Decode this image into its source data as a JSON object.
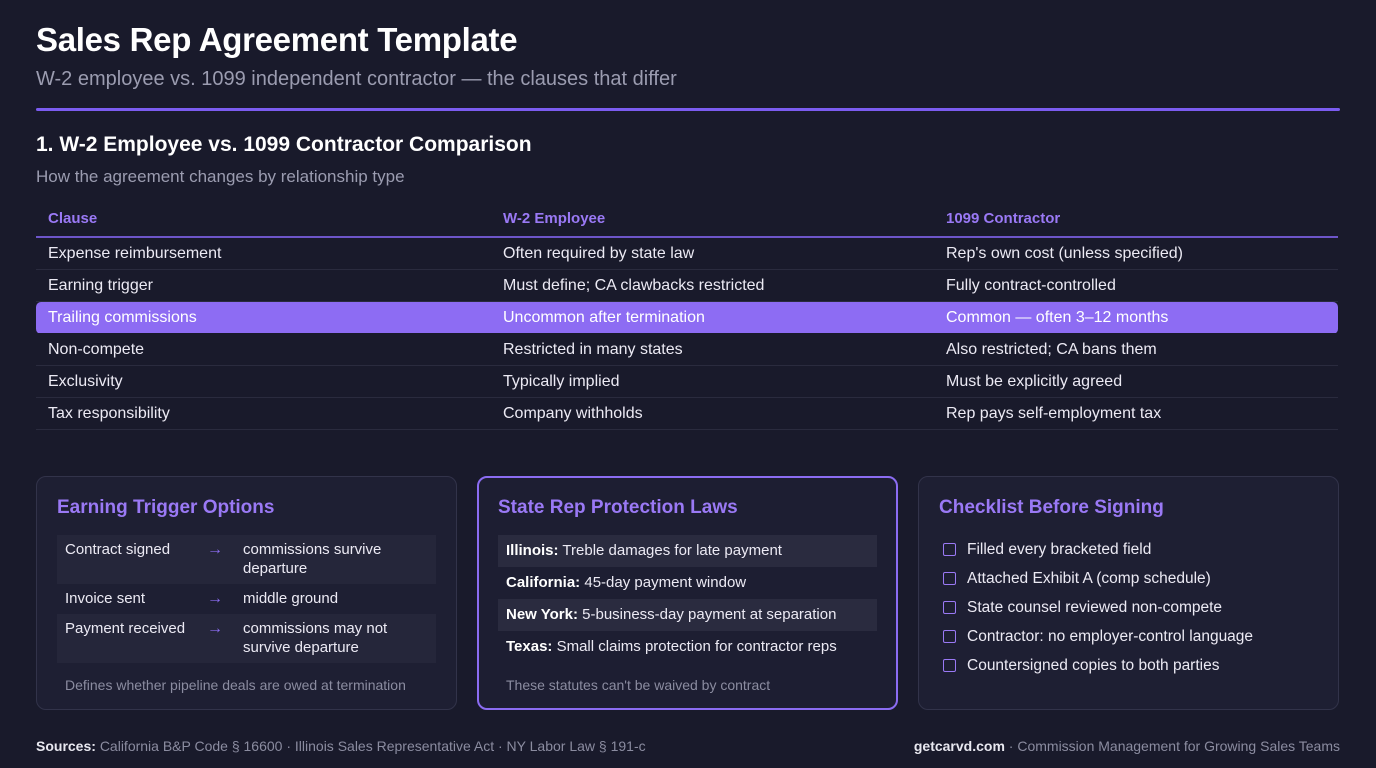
{
  "header": {
    "title": "Sales Rep Agreement Template",
    "subtitle": "W-2 employee vs. 1099 independent contractor — the clauses that differ",
    "accent_color": "#7b5cf0"
  },
  "section": {
    "title": "1. W-2 Employee vs. 1099 Contractor Comparison",
    "subtitle": "How the agreement changes by relationship type"
  },
  "table": {
    "columns": [
      "Clause",
      "W-2 Employee",
      "1099 Contractor"
    ],
    "highlight_color": "#8d6cf3",
    "rows": [
      {
        "clause": "Expense reimbursement",
        "w2": "Often required by state law",
        "c1099": "Rep's own cost (unless specified)",
        "highlighted": false
      },
      {
        "clause": "Earning trigger",
        "w2": "Must define; CA clawbacks restricted",
        "c1099": "Fully contract-controlled",
        "highlighted": false
      },
      {
        "clause": "Trailing commissions",
        "w2": "Uncommon after termination",
        "c1099": "Common — often 3–12 months",
        "highlighted": true
      },
      {
        "clause": "Non-compete",
        "w2": "Restricted in many states",
        "c1099": "Also restricted; CA bans them",
        "highlighted": false
      },
      {
        "clause": "Exclusivity",
        "w2": "Typically implied",
        "c1099": "Must be explicitly agreed",
        "highlighted": false
      },
      {
        "clause": "Tax responsibility",
        "w2": "Company withholds",
        "c1099": "Rep pays self-employment tax",
        "highlighted": false
      }
    ]
  },
  "cards": {
    "earning_trigger": {
      "title": "Earning Trigger Options",
      "arrow_icon": "→",
      "rows": [
        {
          "left": "Contract signed",
          "right": "commissions survive departure"
        },
        {
          "left": "Invoice sent",
          "right": "middle ground"
        },
        {
          "left": "Payment received",
          "right": "commissions may not survive departure"
        }
      ],
      "note": "Defines whether pipeline deals are owed at termination"
    },
    "state_laws": {
      "title": "State Rep Protection Laws",
      "rows": [
        {
          "state": "Illinois:",
          "detail": "Treble damages for late payment"
        },
        {
          "state": "California:",
          "detail": "45-day payment window"
        },
        {
          "state": "New York:",
          "detail": "5-business-day payment at separation"
        },
        {
          "state": "Texas:",
          "detail": "Small claims protection for contractor reps"
        }
      ],
      "note": "These statutes can't be waived by contract"
    },
    "checklist": {
      "title": "Checklist Before Signing",
      "items": [
        "Filled every bracketed field",
        "Attached Exhibit A (comp schedule)",
        "State counsel reviewed non-compete",
        "Contractor: no employer-control language",
        "Countersigned copies to both parties"
      ]
    }
  },
  "footer": {
    "sources_label": "Sources:",
    "sources_text": "California B&P Code § 16600 · Illinois Sales Representative Act · NY Labor Law § 191-c",
    "brand": "getcarvd.com",
    "tagline": "· Commission Management for Growing Sales Teams"
  }
}
